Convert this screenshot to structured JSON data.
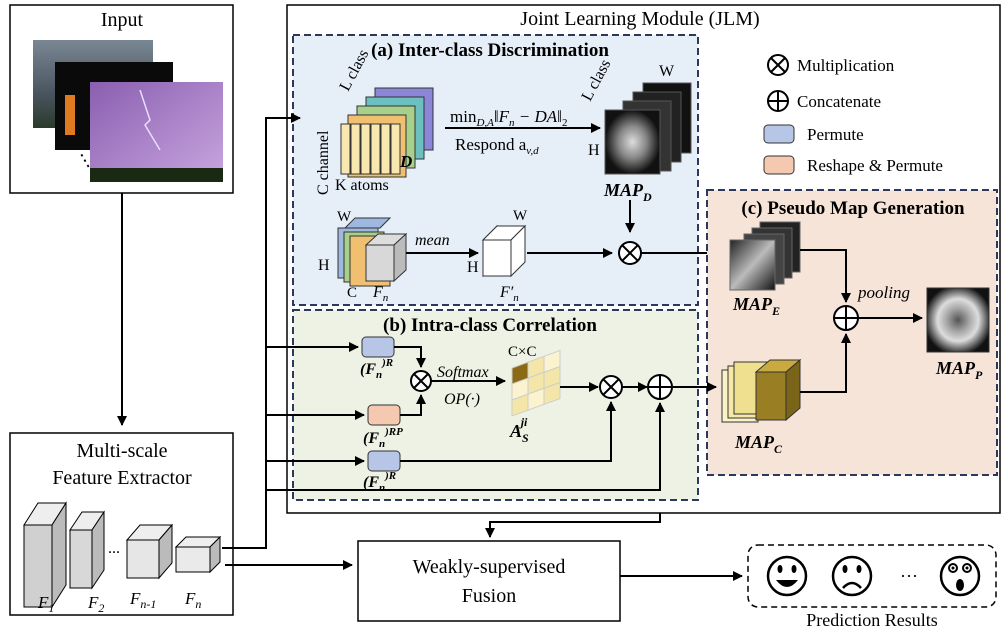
{
  "input": {
    "title": "Input",
    "ellipsis": "⋮"
  },
  "extractor": {
    "title_line1": "Multi-scale",
    "title_line2": "Feature Extractor",
    "labels": [
      "F",
      "F",
      "F",
      "F"
    ],
    "subs": [
      "1",
      "2",
      "n-1",
      "n"
    ],
    "dots": "..."
  },
  "jlm": {
    "title": "Joint Learning Module (JLM)"
  },
  "inter": {
    "title": "(a) Inter-class Discrimination",
    "l_class": "L class",
    "c_channel": "C channel",
    "k_atoms": "K atoms",
    "d": "D",
    "min_text": "min",
    "min_sub": "D,A",
    "min_expr": "‖F",
    "min_expr_sub": "n",
    "min_expr2": " − DA‖",
    "min_tail": "2",
    "respond": "Respond a",
    "respond_sub": "v,d",
    "l_class2": "L class",
    "w": "W",
    "h": "H",
    "map_d": "MAP",
    "map_d_sub": "D",
    "fn_w": "W",
    "fn_h": "H",
    "fn_c": "C",
    "fn": "F",
    "fn_sub": "n",
    "mean": "mean",
    "fnp_w": "W",
    "fnp_h": "H",
    "fnp": "F′",
    "fnp_sub": "n"
  },
  "intra": {
    "title": "(b) Intra-class Correlation",
    "r1": "(F",
    "r1_sub": "n",
    "r1_sup": ")R",
    "rp": "(F",
    "rp_sub": "n",
    "rp_sup": ")RP",
    "r2": "(F",
    "r2_sub": "n",
    "r2_sup": ")R",
    "softmax": "Softmax",
    "op": "OP(·)",
    "cxc": "C×C",
    "as": "A",
    "as_sub": "S",
    "as_sup": "ji"
  },
  "pseudo": {
    "title": "(c) Pseudo Map Generation",
    "map_e": "MAP",
    "map_e_sub": "E",
    "map_c": "MAP",
    "map_c_sub": "C",
    "pooling": "pooling",
    "map_p": "MAP",
    "map_p_sub": "P"
  },
  "legend": {
    "multiplication": "Multiplication",
    "concatenate": "Concatenate",
    "permute": "Permute",
    "reshape": "Reshape & Permute",
    "colors": {
      "permute": "#b7c6e6",
      "reshape": "#f5c9b0"
    }
  },
  "fusion": {
    "line1": "Weakly-supervised",
    "line2": "Fusion"
  },
  "results": {
    "label": "Prediction Results",
    "ellipsis": "···"
  },
  "colors": {
    "panel_a": "#e6eef8",
    "panel_b": "#eef2e4",
    "panel_c": "#f6e4d8",
    "border": "#2b3a5c"
  }
}
